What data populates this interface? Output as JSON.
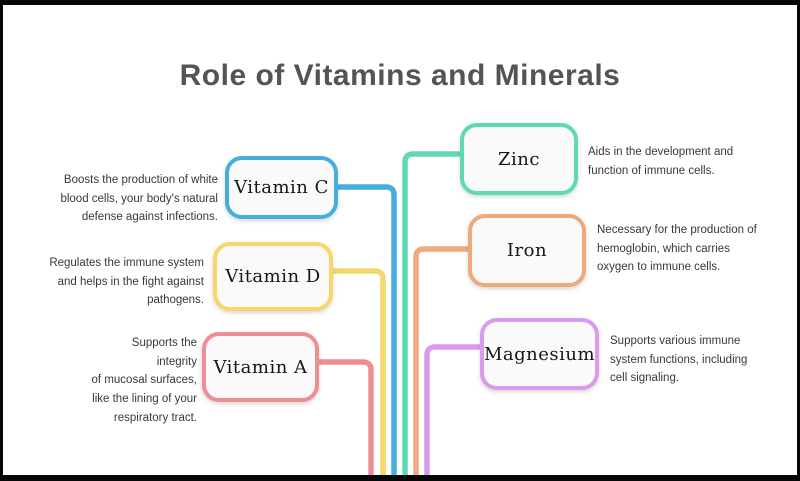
{
  "title": {
    "text": "Role of Vitamins and Minerals",
    "color": "#545456"
  },
  "frame_color": "#060606",
  "box_fill": "#fbfafa",
  "nodes": [
    {
      "id": "vitamin-c",
      "label": "Vitamin C",
      "color": "#45aedd",
      "side": "left",
      "description": "Boosts the production of white\nblood cells, your body's natural\ndefense against infections."
    },
    {
      "id": "vitamin-d",
      "label": "Vitamin D",
      "color": "#f6d76a",
      "side": "left",
      "description": "Regulates the immune system\nand helps in the fight against\npathogens."
    },
    {
      "id": "vitamin-a",
      "label": "Vitamin A",
      "color": "#ee8e93",
      "side": "left",
      "description": "Supports the integrity\nof mucosal surfaces,\nlike the lining of your\nrespiratory tract."
    },
    {
      "id": "zinc",
      "label": "Zinc",
      "color": "#5fd9b3",
      "side": "right",
      "description": "Aids in the development and\nfunction of immune cells."
    },
    {
      "id": "iron",
      "label": "Iron",
      "color": "#efa97c",
      "side": "right",
      "description": "Necessary for the production of\nhemoglobin, which carries\noxygen to immune cells."
    },
    {
      "id": "magnesium",
      "label": "Magnesium",
      "color": "#d99af0",
      "side": "right",
      "description": "Supports various immune\nsystem functions, including\ncell signaling."
    }
  ]
}
